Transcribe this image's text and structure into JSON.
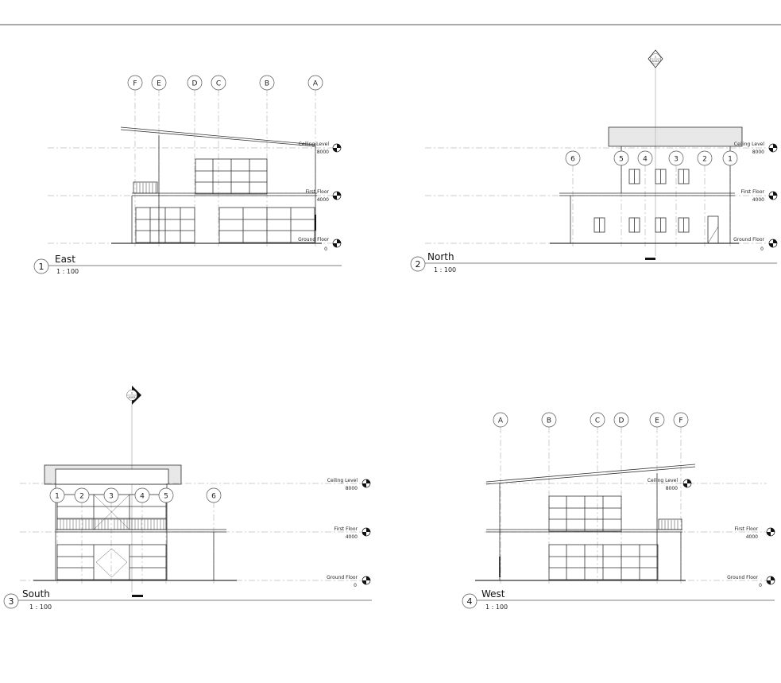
{
  "views": [
    {
      "number": "1",
      "title": "East",
      "scale": "1 : 100",
      "grids": [
        "F",
        "E",
        "D",
        "C",
        "B",
        "A"
      ],
      "levels": [
        {
          "name": "Ceiling Level",
          "elev": "8000"
        },
        {
          "name": "First Floor",
          "elev": "4000"
        },
        {
          "name": "Ground Floor",
          "elev": "0"
        }
      ]
    },
    {
      "number": "2",
      "title": "North",
      "scale": "1 : 100",
      "grids": [
        "6",
        "5",
        "4",
        "3",
        "2",
        "1"
      ],
      "section_marker": {
        "top": "1",
        "bottom": "A103"
      },
      "levels": [
        {
          "name": "Ceiling Level",
          "elev": "8000"
        },
        {
          "name": "First Floor",
          "elev": "4000"
        },
        {
          "name": "Ground Floor",
          "elev": "0"
        }
      ]
    },
    {
      "number": "3",
      "title": "South",
      "scale": "1 : 100",
      "grids": [
        "1",
        "2",
        "3",
        "4",
        "5",
        "6"
      ],
      "section_marker": {
        "top": "1",
        "bottom": "A103"
      },
      "levels": [
        {
          "name": "Ceiling Level",
          "elev": "8000"
        },
        {
          "name": "First Floor",
          "elev": "4000"
        },
        {
          "name": "Ground Floor",
          "elev": "0"
        }
      ]
    },
    {
      "number": "4",
      "title": "West",
      "scale": "1 : 100",
      "grids": [
        "A",
        "B",
        "C",
        "D",
        "E",
        "F"
      ],
      "levels": [
        {
          "name": "Ceiling Level",
          "elev": "8000"
        },
        {
          "name": "First Floor",
          "elev": "4000"
        },
        {
          "name": "Ground Floor",
          "elev": "0"
        }
      ]
    }
  ]
}
